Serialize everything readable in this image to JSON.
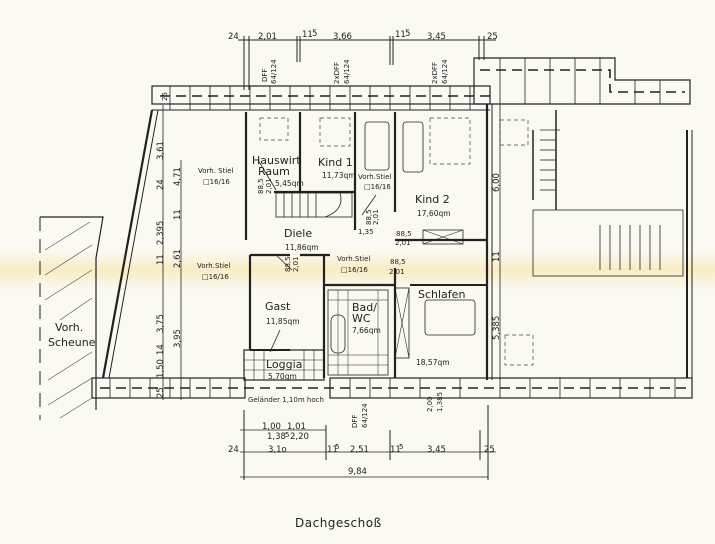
{
  "drawing": {
    "title": "Dachgeschoß",
    "type": "floor plan",
    "rooms": [
      {
        "name": "Hauswirt Raum",
        "line1": "Hauswirt",
        "line2": "Raum",
        "area": "5,45qm"
      },
      {
        "name": "Kind 1",
        "area": "11,73qm"
      },
      {
        "name": "Kind 2",
        "area": "17,60qm"
      },
      {
        "name": "Diele",
        "area": "11,86qm"
      },
      {
        "name": "Gast",
        "area": "11,85qm"
      },
      {
        "name": "Bad/WC",
        "line1": "Bad/",
        "line2": "WC",
        "area": "7,66qm"
      },
      {
        "name": "Schlafen",
        "area": "18,57qm"
      },
      {
        "name": "Loggia",
        "area": "5,70qm"
      }
    ],
    "existing_barn": {
      "line1": "Vorh.",
      "line2": "Scheune"
    },
    "posts": [
      {
        "label": "Vorh. Stiel",
        "size": "□16/16"
      },
      {
        "label": "Vorh.Stiel",
        "size": "□16/16"
      },
      {
        "label": "Vorh.Stiel",
        "size": "□16/16"
      },
      {
        "label": "Vorh.Stiel",
        "size": "□16/16"
      }
    ],
    "railing_note": "Geländer 1,10m hoch",
    "windows": {
      "top": [
        {
          "type": "DFF",
          "size": "64/124"
        },
        {
          "type": "2xDFF",
          "size": "64/124"
        },
        {
          "type": "2xDFF",
          "size": "64/124"
        }
      ],
      "bottom": [
        {
          "type": "DFF",
          "size": "64/124"
        }
      ]
    },
    "dimensions": {
      "top": [
        "24",
        "2,01",
        "11",
        "5",
        "3,66",
        "11",
        "5",
        "3,45",
        "25"
      ],
      "bottom_row1": [
        "1,00",
        "1,01"
      ],
      "bottom_row2": [
        "1,38",
        "5",
        "2,20"
      ],
      "bottom_row3": [
        "24",
        "3,1o",
        "11",
        "5",
        "2,51",
        "11",
        "5",
        "3,45",
        "25"
      ],
      "bottom_total": "9,84",
      "left_outer": [
        "3,61",
        "24",
        "2,395",
        "11",
        "5",
        "3,75",
        "14",
        "1,50",
        "25"
      ],
      "left_inner": [
        "4,71",
        "11",
        "5",
        "2,61",
        "11",
        "5",
        "3,95"
      ],
      "right": [
        "6,00",
        "11",
        "5",
        "5,385"
      ],
      "door_openings": [
        {
          "width": "88,5",
          "height": "2,01"
        },
        {
          "width": "88,5",
          "height": "2,01"
        },
        {
          "width": "88,5",
          "height": "2,01"
        },
        {
          "width": "88,5",
          "height": "2,01"
        },
        {
          "width": "88,5",
          "height": "2,01"
        }
      ],
      "stair_offset": "1,35",
      "bottom_opening": {
        "width": "2,00",
        "height": "1,385"
      },
      "roof_offset": "25"
    }
  }
}
